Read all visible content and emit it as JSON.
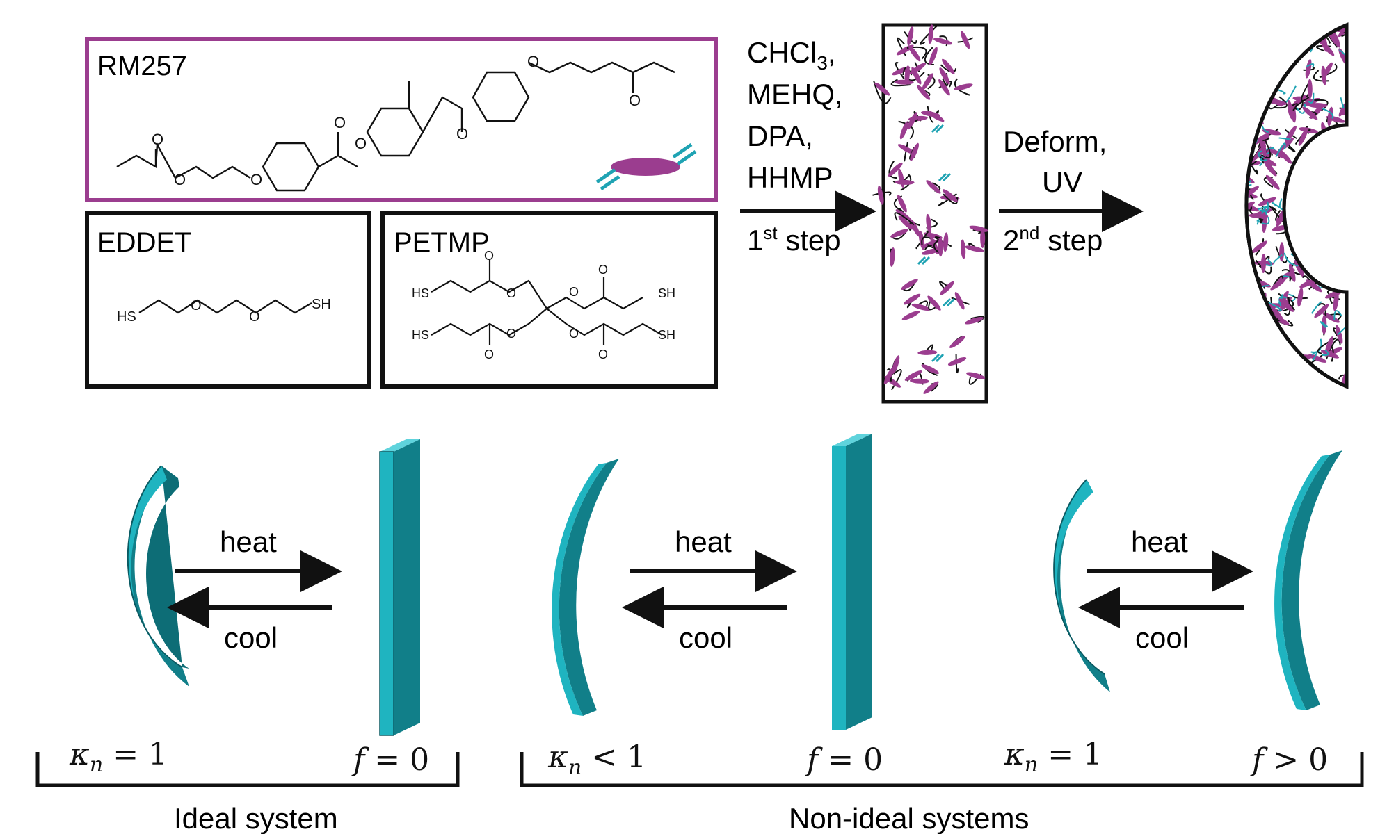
{
  "colors": {
    "monomer": "#9b3d8f",
    "crosslink": "#1fa3b3",
    "beam_front": "#1fb4c0",
    "beam_side": "#117f89",
    "beam_dark": "#0d6d76",
    "ink": "#111111"
  },
  "boxes": {
    "rm257": {
      "label": "RM257",
      "atoms": [
        "O",
        "O",
        "O",
        "O",
        "O",
        "O",
        "O",
        "O"
      ]
    },
    "eddet": {
      "label": "EDDET",
      "atoms": [
        "HS",
        "O",
        "O",
        "SH"
      ]
    },
    "petmp": {
      "label": "PETMP",
      "atoms": [
        "HS",
        "SH",
        "HS",
        "SH",
        "O",
        "O",
        "O",
        "O",
        "O",
        "O",
        "O",
        "O"
      ]
    }
  },
  "steps": {
    "first": {
      "reagents": [
        "CHCl3,",
        "MEHQ,",
        "DPA,",
        "HHMP"
      ],
      "reagent_main": "CHCl",
      "reagent_sub": "3",
      "ordinal": "1",
      "ordinal_sup": "st",
      "word": " step"
    },
    "second": {
      "reagents": [
        "Deform,",
        "UV"
      ],
      "ordinal": "2",
      "ordinal_sup": "nd",
      "word": " step"
    }
  },
  "transitions": [
    {
      "heat": "heat",
      "cool": "cool"
    },
    {
      "heat": "heat",
      "cool": "cool"
    },
    {
      "heat": "heat",
      "cool": "cool"
    }
  ],
  "equations": [
    {
      "symbol": "κ",
      "sub": "n",
      "rel": "= 1"
    },
    {
      "symbol": "f",
      "rel": "= 0"
    },
    {
      "symbol": "κ",
      "sub": "n",
      "rel": "< 1"
    },
    {
      "symbol": "f",
      "rel": "= 0"
    },
    {
      "symbol": "κ",
      "sub": "n",
      "rel": "= 1"
    },
    {
      "symbol": "f",
      "rel": "> 0"
    }
  ],
  "groups": {
    "ideal": "Ideal system",
    "nonideal": "Non-ideal systems"
  }
}
